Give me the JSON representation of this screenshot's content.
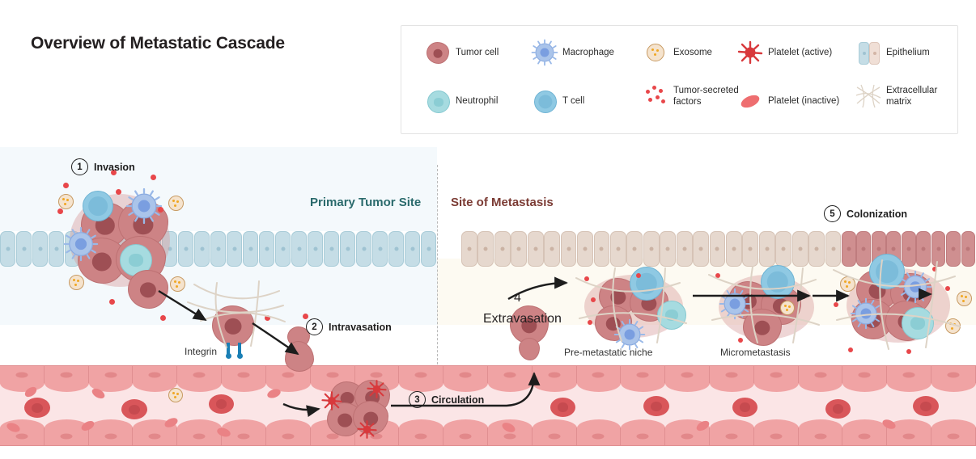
{
  "title": "Overview of Metastatic Cascade",
  "legend": {
    "items": [
      {
        "name": "Tumor cell",
        "icon": "tumor-cell-icon"
      },
      {
        "name": "Macrophage",
        "icon": "macrophage-icon"
      },
      {
        "name": "Exosome",
        "icon": "exosome-icon"
      },
      {
        "name": "Platelet (active)",
        "icon": "platelet-active-icon"
      },
      {
        "name": "Epithelium",
        "icon": "epithelium-icon"
      },
      {
        "name": "Neutrophil",
        "icon": "neutrophil-icon"
      },
      {
        "name": "T cell",
        "icon": "t-cell-icon"
      },
      {
        "name": "Tumor-secreted\nfactors",
        "icon": "tumor-secreted-factors-icon"
      },
      {
        "name": "Platelet (inactive)",
        "icon": "platelet-inactive-icon"
      },
      {
        "name": "Extracellular\nmatrix",
        "icon": "extracellular-matrix-icon"
      }
    ]
  },
  "sections": {
    "primary": "Primary Tumor Site",
    "metastasis": "Site of Metastasis"
  },
  "steps": [
    {
      "number": "1",
      "label": "Invasion"
    },
    {
      "number": "2",
      "label": "Intravasation"
    },
    {
      "number": "3",
      "label": "Circulation"
    },
    {
      "number": "4",
      "label": "Extravasation"
    },
    {
      "number": "5",
      "label": "Colonization"
    }
  ],
  "annotations": {
    "integrin": "Integrin",
    "pre_metastatic_niche": "Pre-metastatic niche",
    "micrometastasis": "Micrometastasis"
  },
  "colors": {
    "primary_header": "#2a6a6c",
    "metastasis_header": "#7b3b34",
    "tumor_cell": "#cd8385",
    "tumor_nucleus": "#9e4f54",
    "macrophage": "#aac4ea",
    "t_cell": "#8fc9e3",
    "neutrophil": "#a6dbe0",
    "exosome": "#f5e3cd",
    "platelet_active": "#d8393c",
    "platelet_inactive": "#ee6e70",
    "epithelium_blue": "#c5dde6",
    "epithelium_beige": "#e6d8ce",
    "epithelium_colonized": "#cf8f90",
    "vessel_lumen": "#fbe5e6",
    "vessel_wall": "#f0a3a4",
    "secreted_factor": "#e8474a",
    "ecm_fiber": "#ddd3c6",
    "bg_primary": "#f4f9fc",
    "bg_metastasis": "#fdfaf2"
  }
}
